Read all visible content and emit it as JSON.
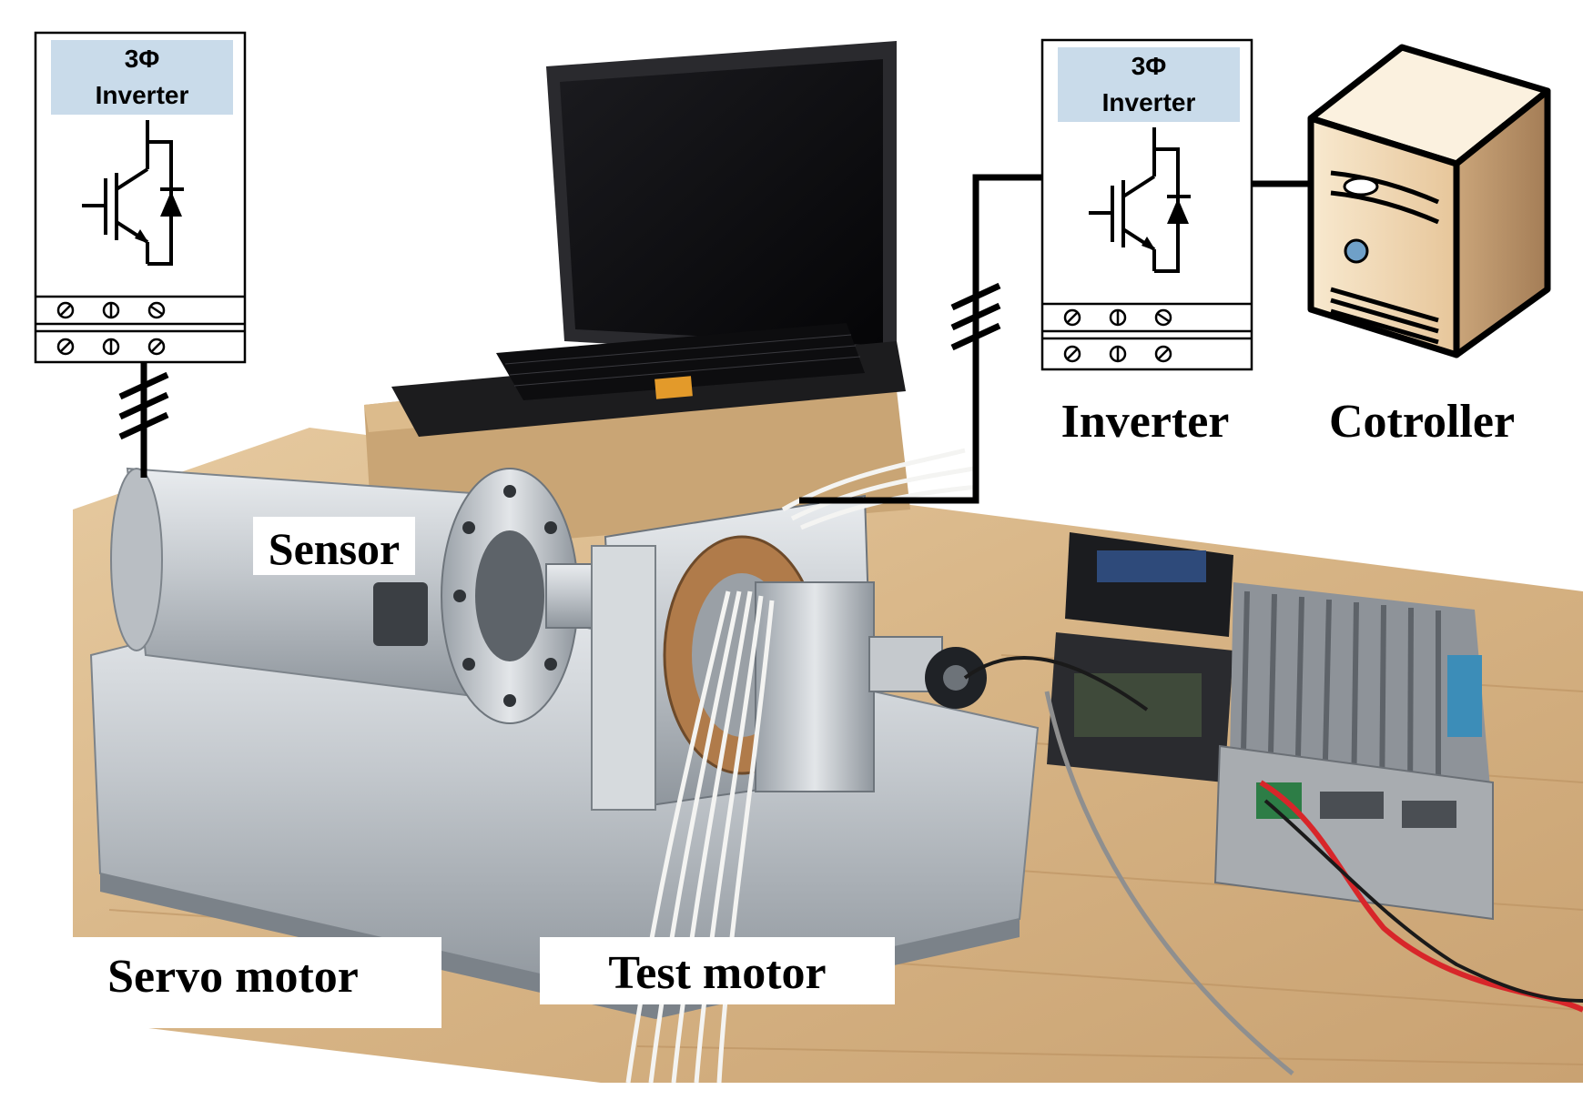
{
  "labels": {
    "inverter_badge_line1": "3Φ",
    "inverter_badge_line2": "Inverter",
    "inverter_caption": "Inverter",
    "controller_caption": "Cotroller",
    "sensor": "Sensor",
    "servo_motor": "Servo motor",
    "test_motor": "Test motor"
  },
  "colors": {
    "badge_fill": "#c9dbea",
    "table_wood": "#d9b98c",
    "metal": "#c8ccd0",
    "laptop": "#1c1c1e",
    "wire": "#000000",
    "cable_red": "#d8262a"
  },
  "icons": {
    "inverter": "igbt-diode-icon",
    "terminal": "screw-terminal-icon",
    "controller": "desktop-tower-icon",
    "three_phase": "three-phase-slash-icon"
  }
}
